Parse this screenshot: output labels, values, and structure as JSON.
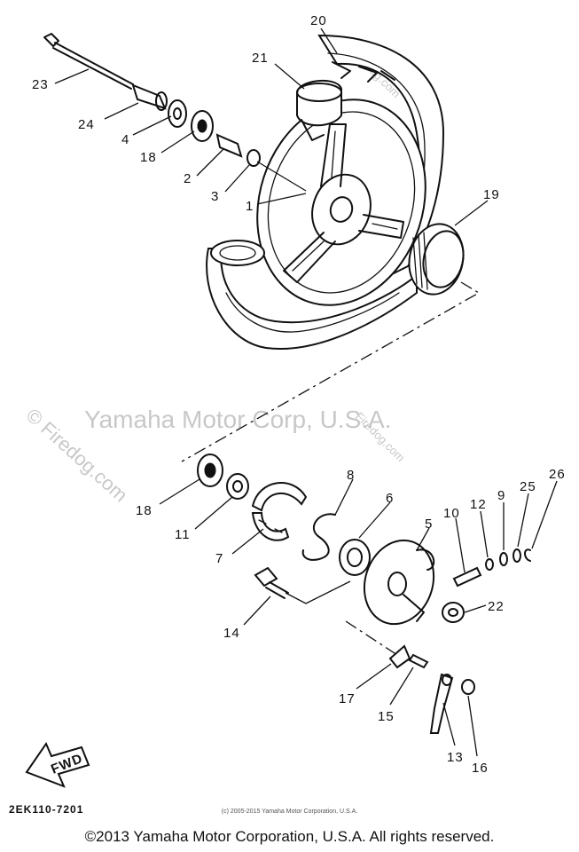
{
  "watermarks": {
    "main": "Yamaha Motor Corp, U.S.A.",
    "firedog_left": "© Firedog.com",
    "firedog_diag_a": "Firedog.com",
    "firedog_diag_b": "Firedog.com"
  },
  "diagram_code": "2EK110-7201",
  "small_copyright": "(c) 2005-2015 Yamaha Motor Corporation, U.S.A.",
  "copyright": "©2013 Yamaha Motor Corporation, U.S.A. All rights reserved.",
  "fwd_label": "FWD",
  "labels": {
    "p1": "1",
    "p2": "2",
    "p3": "3",
    "p4": "4",
    "p5": "5",
    "p6": "6",
    "p7": "7",
    "p8": "8",
    "p9": "9",
    "p10": "10",
    "p11": "11",
    "p12": "12",
    "p13": "13",
    "p14": "14",
    "p15": "15",
    "p16": "16",
    "p17": "17",
    "p18a": "18",
    "p18b": "18",
    "p19": "19",
    "p20": "20",
    "p21": "21",
    "p22": "22",
    "p23": "23",
    "p24": "24",
    "p25": "25",
    "p26": "26"
  }
}
